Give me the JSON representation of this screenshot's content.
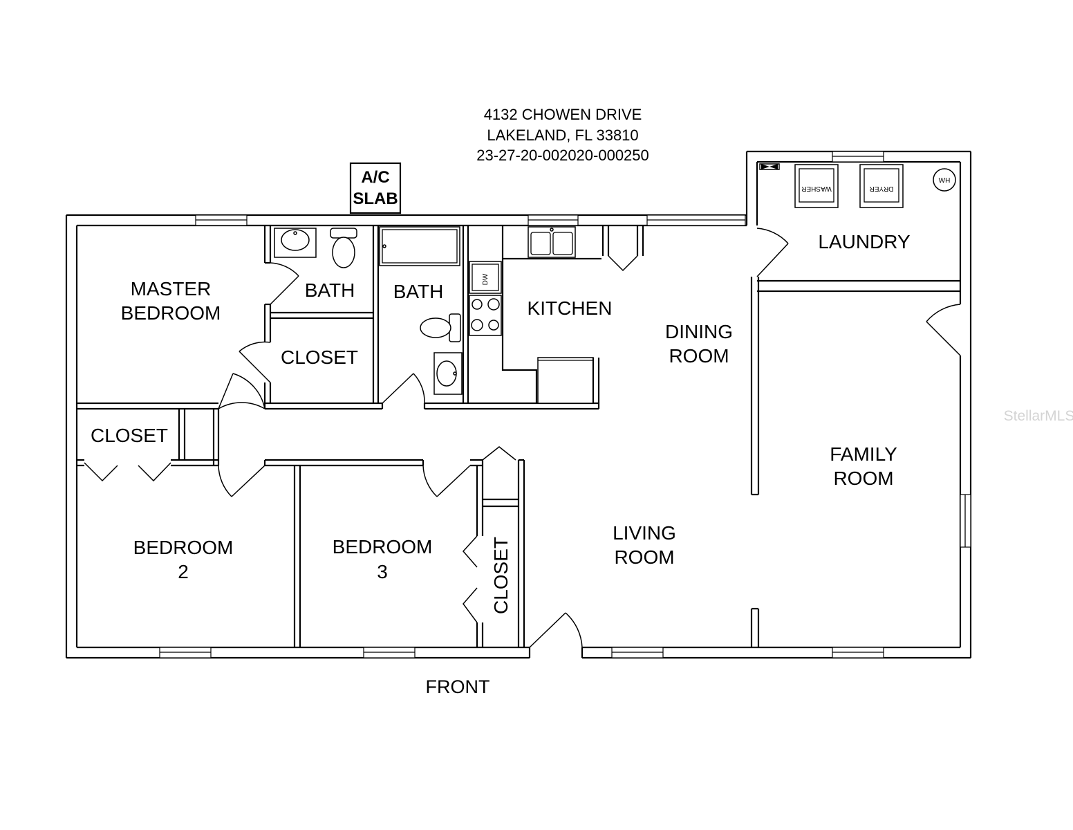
{
  "header": {
    "address_line": "4132 CHOWEN DRIVE",
    "city_line": "LAKELAND, FL 33810",
    "parcel_line": "23-27-20-002020-000250"
  },
  "ac_slab": {
    "line1": "A/C",
    "line2": "SLAB"
  },
  "rooms": {
    "master_bedroom": {
      "line1": "MASTER",
      "line2": "BEDROOM"
    },
    "master_bath": "BATH",
    "hall_bath": "BATH",
    "master_closet": "CLOSET",
    "kitchen": "KITCHEN",
    "dining_room": {
      "line1": "DINING",
      "line2": "ROOM"
    },
    "laundry": "LAUNDRY",
    "hall_closet": "CLOSET",
    "family_room": {
      "line1": "FAMILY",
      "line2": "ROOM"
    },
    "bedroom_2": {
      "line1": "BEDROOM",
      "line2": "2"
    },
    "bedroom_3": {
      "line1": "BEDROOM",
      "line2": "3"
    },
    "bedroom_3_closet": "CLOSET",
    "living_room": {
      "line1": "LIVING",
      "line2": "ROOM"
    }
  },
  "appliances": {
    "washer": "WASHER",
    "dryer": "DRYER",
    "water_heater": "WH",
    "dishwasher": "DW"
  },
  "front_label": "FRONT",
  "watermark": "StellarMLS"
}
